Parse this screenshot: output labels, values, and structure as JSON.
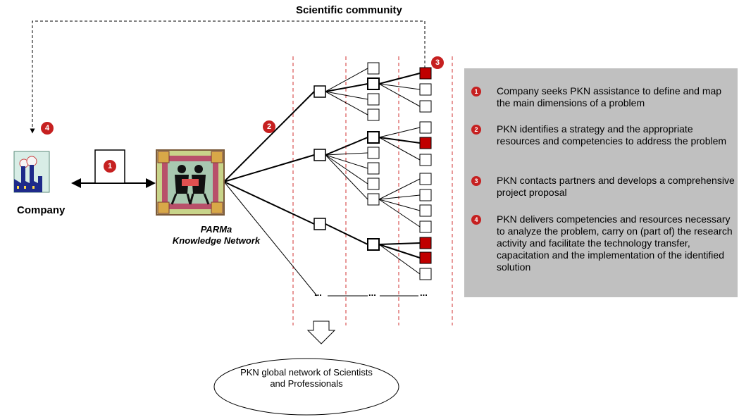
{
  "title": "Scientific community",
  "company_label": "Company",
  "network_label_line1": "PARMa",
  "network_label_line2": "Knowledge Network",
  "pool_text": "PKN global  network of Scientists and Professionals",
  "ellipsis": "...",
  "badges": {
    "one": "1",
    "two": "2",
    "three": "3",
    "four": "4"
  },
  "legend": [
    {
      "number": "1",
      "text": "Company seeks PKN assistance to define and map the main dimensions of a problem"
    },
    {
      "number": "2",
      "text": "PKN identifies a strategy and the appropriate resources and competencies to address the problem"
    },
    {
      "number": "3",
      "text": "PKN contacts partners and develops a comprehensive project proposal"
    },
    {
      "number": "4",
      "text": "PKN delivers competencies and resources necessary to analyze the problem, carry on (part of) the research activity and facilitate the technology transfer, capacitation and the implementation of the identified solution"
    }
  ],
  "colors": {
    "accent": "#c62020",
    "legend_bg": "#c0c0c0",
    "dashed_line": "#d03030",
    "selected_node": "#c00000"
  }
}
